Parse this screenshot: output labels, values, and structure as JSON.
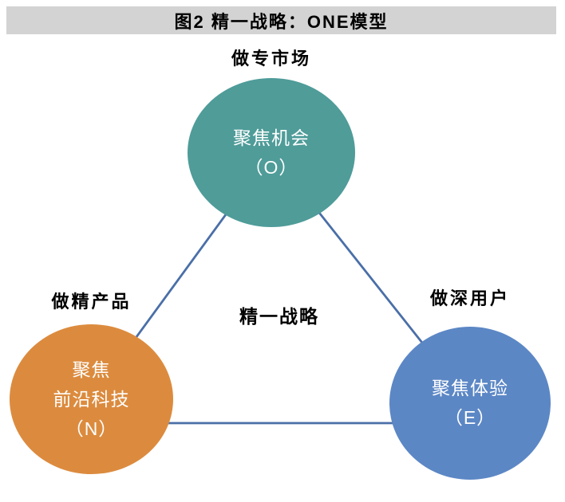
{
  "figure": {
    "title": "图2 精一战略：ONE模型"
  },
  "diagram": {
    "center_label": "精一战略",
    "nodes": [
      {
        "id": "opportunity",
        "outer_label": "做专市场",
        "lines": [
          "聚焦机会",
          "（O）"
        ],
        "fill": "#4F9C99"
      },
      {
        "id": "frontier-tech",
        "outer_label": "做精产品",
        "lines": [
          "聚焦",
          "前沿科技",
          "（N）"
        ],
        "fill": "#DC8B3E"
      },
      {
        "id": "experience",
        "outer_label": "做深用户",
        "lines": [
          "聚焦体验",
          "（E）"
        ],
        "fill": "#5C87C5"
      }
    ]
  },
  "colors": {
    "title_bar_bg": "#D3D3D3",
    "connector_line": "#4A6FA8",
    "node_text": "#FFFFFF",
    "label_text": "#000000",
    "page_bg": "#FFFFFF"
  }
}
